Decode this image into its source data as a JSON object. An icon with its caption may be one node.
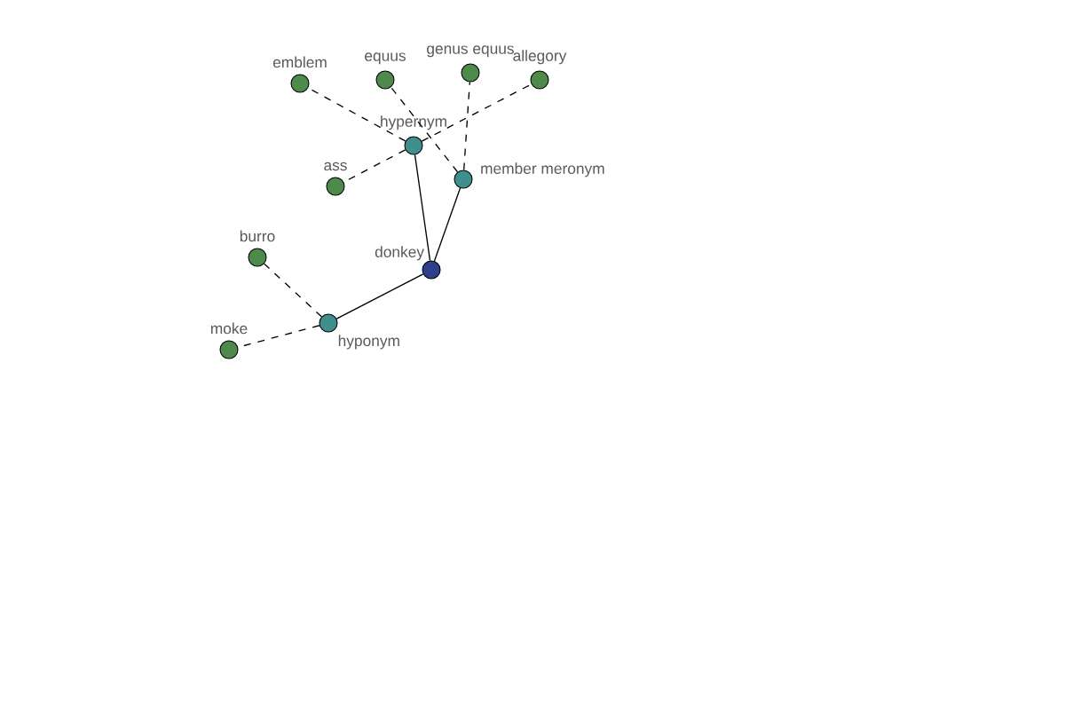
{
  "diagram": {
    "nodes": [
      {
        "text": [
          "emblem"
        ]
      },
      {
        "text": [
          "equus"
        ]
      },
      {
        "text": [
          "genus equus"
        ]
      },
      {
        "text": [
          "allegory"
        ]
      },
      {
        "text": [
          "hypernym"
        ]
      },
      {
        "text": [
          "ass"
        ]
      },
      {
        "text": [
          "member meronym"
        ]
      },
      {
        "text": [
          "burro"
        ]
      },
      {
        "text": [
          "donkey"
        ]
      },
      {
        "text": [
          "hyponym"
        ]
      },
      {
        "text": [
          "moke"
        ]
      }
    ],
    "edges": [
      {
        "from": 8,
        "to": 4,
        "arrow": "none"
      },
      {
        "from": 8,
        "to": 6,
        "arrow": "none"
      },
      {
        "from": 8,
        "to": 9,
        "arrow": "none"
      },
      {
        "from": 4,
        "to": 0,
        "arrow": "none",
        "style": "dashed"
      },
      {
        "from": 4,
        "to": 3,
        "arrow": "none",
        "style": "dashed"
      },
      {
        "from": 4,
        "to": 5,
        "arrow": "none",
        "style": "dashed"
      },
      {
        "from": 6,
        "to": 1,
        "arrow": "none",
        "style": "dashed"
      },
      {
        "from": 6,
        "to": 2,
        "arrow": "none",
        "style": "dashed"
      },
      {
        "from": 9,
        "to": 7,
        "arrow": "none",
        "style": "dashed"
      },
      {
        "from": 9,
        "to": 10,
        "arrow": "none",
        "style": "dashed"
      }
    ]
  }
}
